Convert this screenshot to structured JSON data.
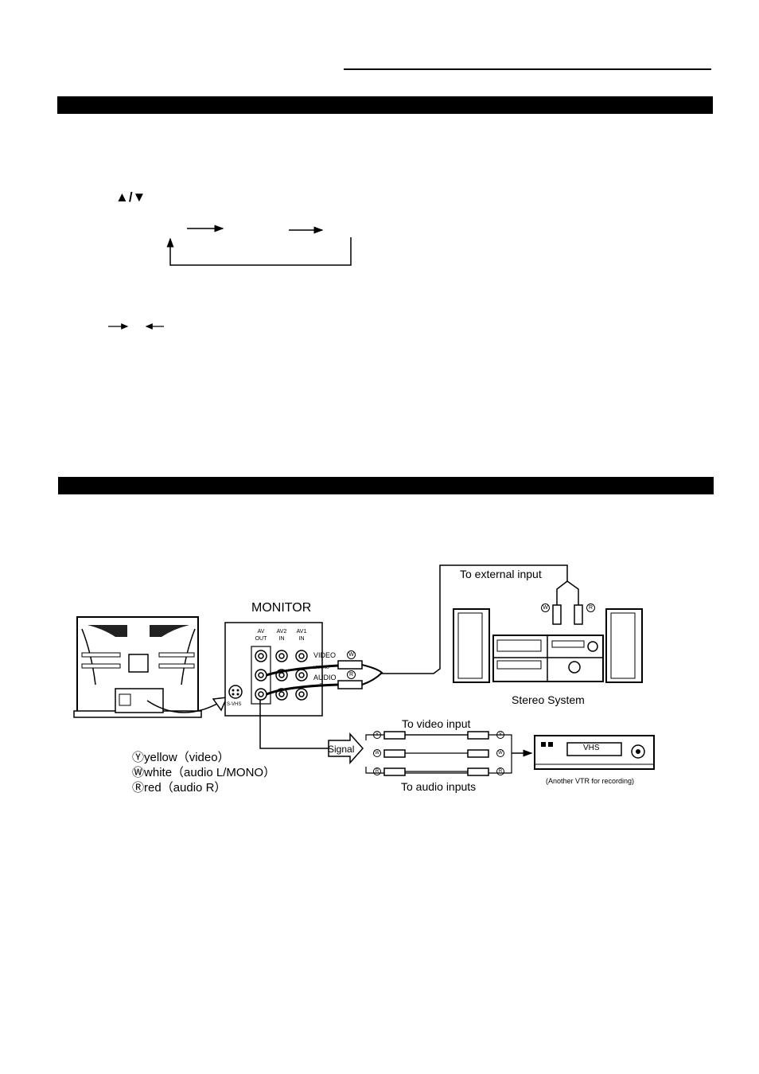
{
  "symbols": {
    "up_down": "▲/▼"
  },
  "diagram": {
    "monitor_label": "MONITOR",
    "jack_labels": {
      "av_out": [
        "AV",
        "OUT"
      ],
      "av2_in": [
        "AV2",
        "IN"
      ],
      "av1_in": [
        "AV1",
        "IN"
      ],
      "video": "VIDEO",
      "audio": "AUDIO",
      "lmono": "L/MONO",
      "r": "R",
      "svhs": "S-VHS"
    },
    "to_external_input": "To external input",
    "stereo_system": "Stereo System",
    "to_video_input": "To video input",
    "to_audio_inputs": "To audio inputs",
    "signal": "Signal",
    "vcr_label": "VHS",
    "another_vtr": "(Another VTR for recording)",
    "legend": [
      {
        "symbol": "Ⓨ",
        "text": "yellow（video）"
      },
      {
        "symbol": "Ⓦ",
        "text": "white（audio L/MONO）"
      },
      {
        "symbol": "Ⓡ",
        "text": "red（audio R）"
      }
    ],
    "plug_marks": {
      "y": "Y",
      "w": "W",
      "r": "R"
    }
  }
}
